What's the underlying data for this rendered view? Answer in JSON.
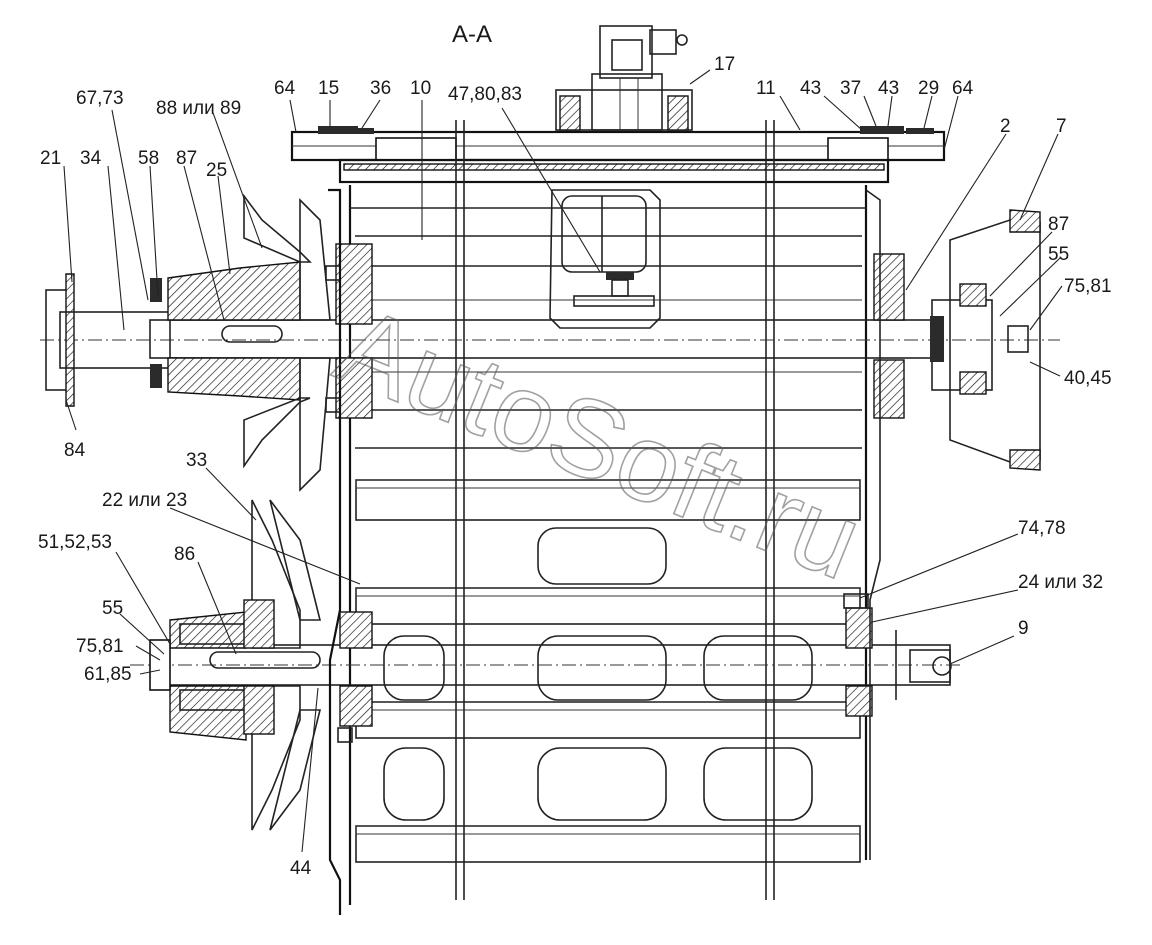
{
  "section_title": "А-А",
  "watermark": "AutoSoft.ru",
  "callouts": [
    {
      "id": "c-64-left",
      "text": "64"
    },
    {
      "id": "c-15",
      "text": "15"
    },
    {
      "id": "c-36",
      "text": "36"
    },
    {
      "id": "c-10",
      "text": "10"
    },
    {
      "id": "c-47-80-83",
      "text": "47,80,83"
    },
    {
      "id": "c-17",
      "text": "17"
    },
    {
      "id": "c-11",
      "text": "11"
    },
    {
      "id": "c-43-a",
      "text": "43"
    },
    {
      "id": "c-37",
      "text": "37"
    },
    {
      "id": "c-43-b",
      "text": "43"
    },
    {
      "id": "c-29",
      "text": "29"
    },
    {
      "id": "c-64-right",
      "text": "64"
    },
    {
      "id": "c-2",
      "text": "2"
    },
    {
      "id": "c-7",
      "text": "7"
    },
    {
      "id": "c-67-73",
      "text": "67,73"
    },
    {
      "id": "c-88-89",
      "text": "88 или 89"
    },
    {
      "id": "c-21",
      "text": "21"
    },
    {
      "id": "c-34",
      "text": "34"
    },
    {
      "id": "c-58",
      "text": "58"
    },
    {
      "id": "c-87-left",
      "text": "87"
    },
    {
      "id": "c-25",
      "text": "25"
    },
    {
      "id": "c-87-right",
      "text": "87"
    },
    {
      "id": "c-55-right",
      "text": "55"
    },
    {
      "id": "c-75-81-right",
      "text": "75,81"
    },
    {
      "id": "c-40-45",
      "text": "40,45"
    },
    {
      "id": "c-84",
      "text": "84"
    },
    {
      "id": "c-33",
      "text": "33"
    },
    {
      "id": "c-22-23",
      "text": "22 или 23"
    },
    {
      "id": "c-51-52-53",
      "text": "51,52,53"
    },
    {
      "id": "c-86",
      "text": "86"
    },
    {
      "id": "c-55-left",
      "text": "55"
    },
    {
      "id": "c-75-81-left",
      "text": "75,81"
    },
    {
      "id": "c-61-85",
      "text": "61,85"
    },
    {
      "id": "c-44",
      "text": "44"
    },
    {
      "id": "c-74-78",
      "text": "74,78"
    },
    {
      "id": "c-24-32",
      "text": "24 или 32"
    },
    {
      "id": "c-9",
      "text": "9"
    }
  ]
}
